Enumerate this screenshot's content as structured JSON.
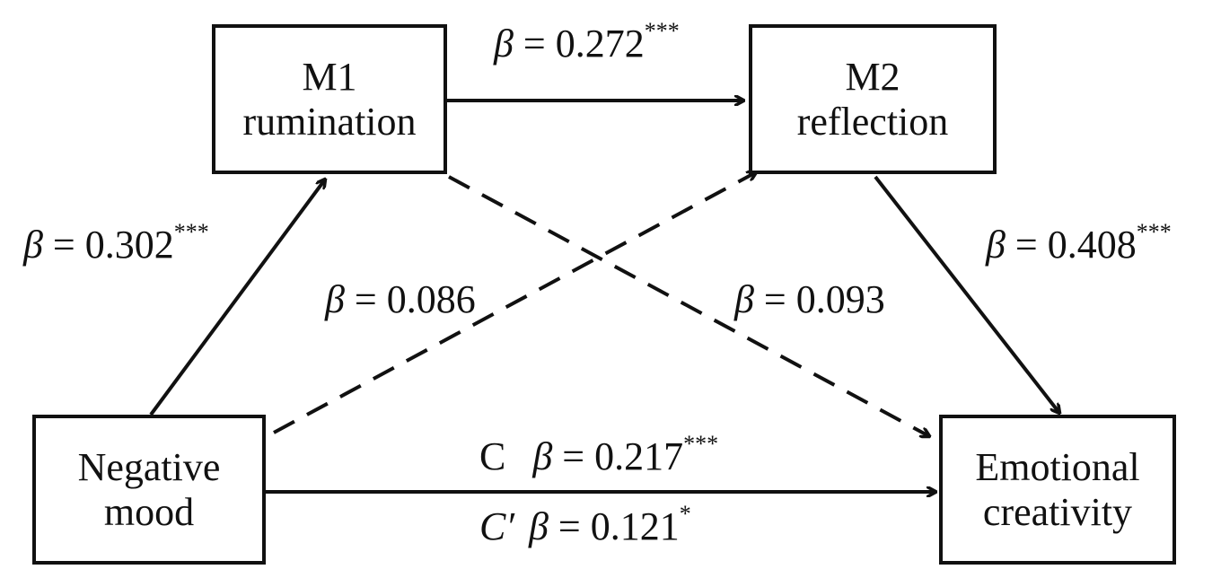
{
  "nodes": {
    "m1": {
      "line1": "M1",
      "line2": "rumination"
    },
    "m2": {
      "line1": "M2",
      "line2": "reflection"
    },
    "negative_mood": {
      "line1": "Negative",
      "line2": "mood"
    },
    "emotional_creativity": {
      "line1": "Emotional",
      "line2": "creativity"
    }
  },
  "edges": {
    "negative_mood_to_m1": {
      "prefix": "",
      "symbol": "β",
      "equals": " = ",
      "value": "0.302",
      "sig": "***",
      "style": "solid"
    },
    "m1_to_m2": {
      "prefix": "",
      "symbol": "β",
      "equals": " = ",
      "value": "0.272",
      "sig": "***",
      "style": "solid"
    },
    "m2_to_emotional_creativity": {
      "prefix": "",
      "symbol": "β",
      "equals": " = ",
      "value": "0.408",
      "sig": "***",
      "style": "solid"
    },
    "negative_mood_to_m2": {
      "prefix": "",
      "symbol": "β",
      "equals": " = ",
      "value": "0.086",
      "sig": "",
      "style": "dashed"
    },
    "m1_to_emotional_creativity": {
      "prefix": "",
      "symbol": "β",
      "equals": " = ",
      "value": "0.093",
      "sig": "",
      "style": "dashed"
    },
    "total_effect": {
      "prefix": "C",
      "symbol": "β",
      "equals": " = ",
      "value": "0.217",
      "sig": "***",
      "style": "solid"
    },
    "direct_effect": {
      "prefix": "C′",
      "symbol": "β",
      "equals": " = ",
      "value": "0.121",
      "sig": "*",
      "style": "solid"
    }
  },
  "colors": {
    "stroke": "#111111",
    "background": "#ffffff"
  }
}
